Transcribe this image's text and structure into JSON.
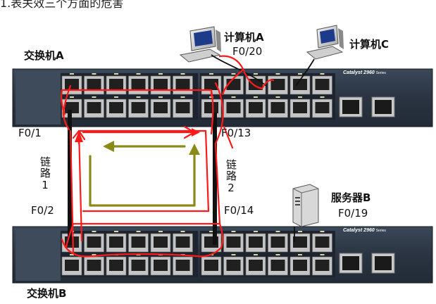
{
  "header": {
    "text": "1.表关效三个方面的危害"
  },
  "switches": {
    "a": {
      "name": "交换机A",
      "brand": "Catalyst 2960",
      "series": "Series"
    },
    "b": {
      "name": "交换机B",
      "brand": "Catalyst 2960",
      "series": "Series"
    }
  },
  "ports": {
    "a_f01": "F0/1",
    "a_f013": "F0/13",
    "b_f02": "F0/2",
    "b_f014": "F0/14"
  },
  "links": {
    "link1": "链路1",
    "link2": "链路2"
  },
  "hosts": {
    "pc_a": {
      "name": "计算机A",
      "port": "F0/20"
    },
    "pc_c": {
      "name": "计算机C"
    },
    "server_b": {
      "name": "服务器B",
      "port": "F0/19"
    }
  },
  "colors": {
    "annotation": "#ff1a1a",
    "loop_arrow": "#8a8a1a",
    "switch_body": "#2e3a48"
  }
}
